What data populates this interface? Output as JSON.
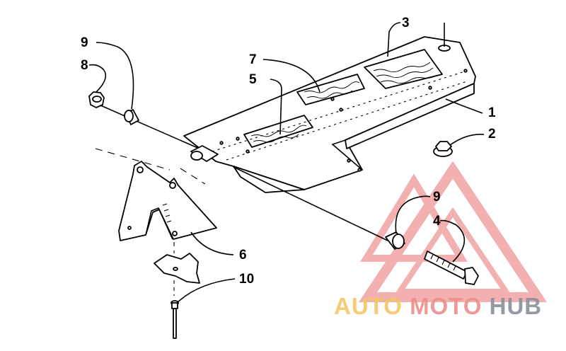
{
  "diagram": {
    "callouts": [
      {
        "id": "c1",
        "label": "1"
      },
      {
        "id": "c2",
        "label": "2"
      },
      {
        "id": "c3",
        "label": "3"
      },
      {
        "id": "c4",
        "label": "4"
      },
      {
        "id": "c5",
        "label": "5"
      },
      {
        "id": "c6",
        "label": "6"
      },
      {
        "id": "c7",
        "label": "7"
      },
      {
        "id": "c8",
        "label": "8"
      },
      {
        "id": "c9a",
        "label": "9"
      },
      {
        "id": "c9b",
        "label": "9"
      },
      {
        "id": "c10",
        "label": "10"
      }
    ]
  },
  "watermark": {
    "word_1": "AUTO",
    "word_2": "MOTO",
    "word_3": "HUB",
    "colors": {
      "auto": "#f4c766",
      "moto": "#ee8f8b",
      "hub": "#8a8f99",
      "triangle": "#f1a3a3"
    }
  }
}
